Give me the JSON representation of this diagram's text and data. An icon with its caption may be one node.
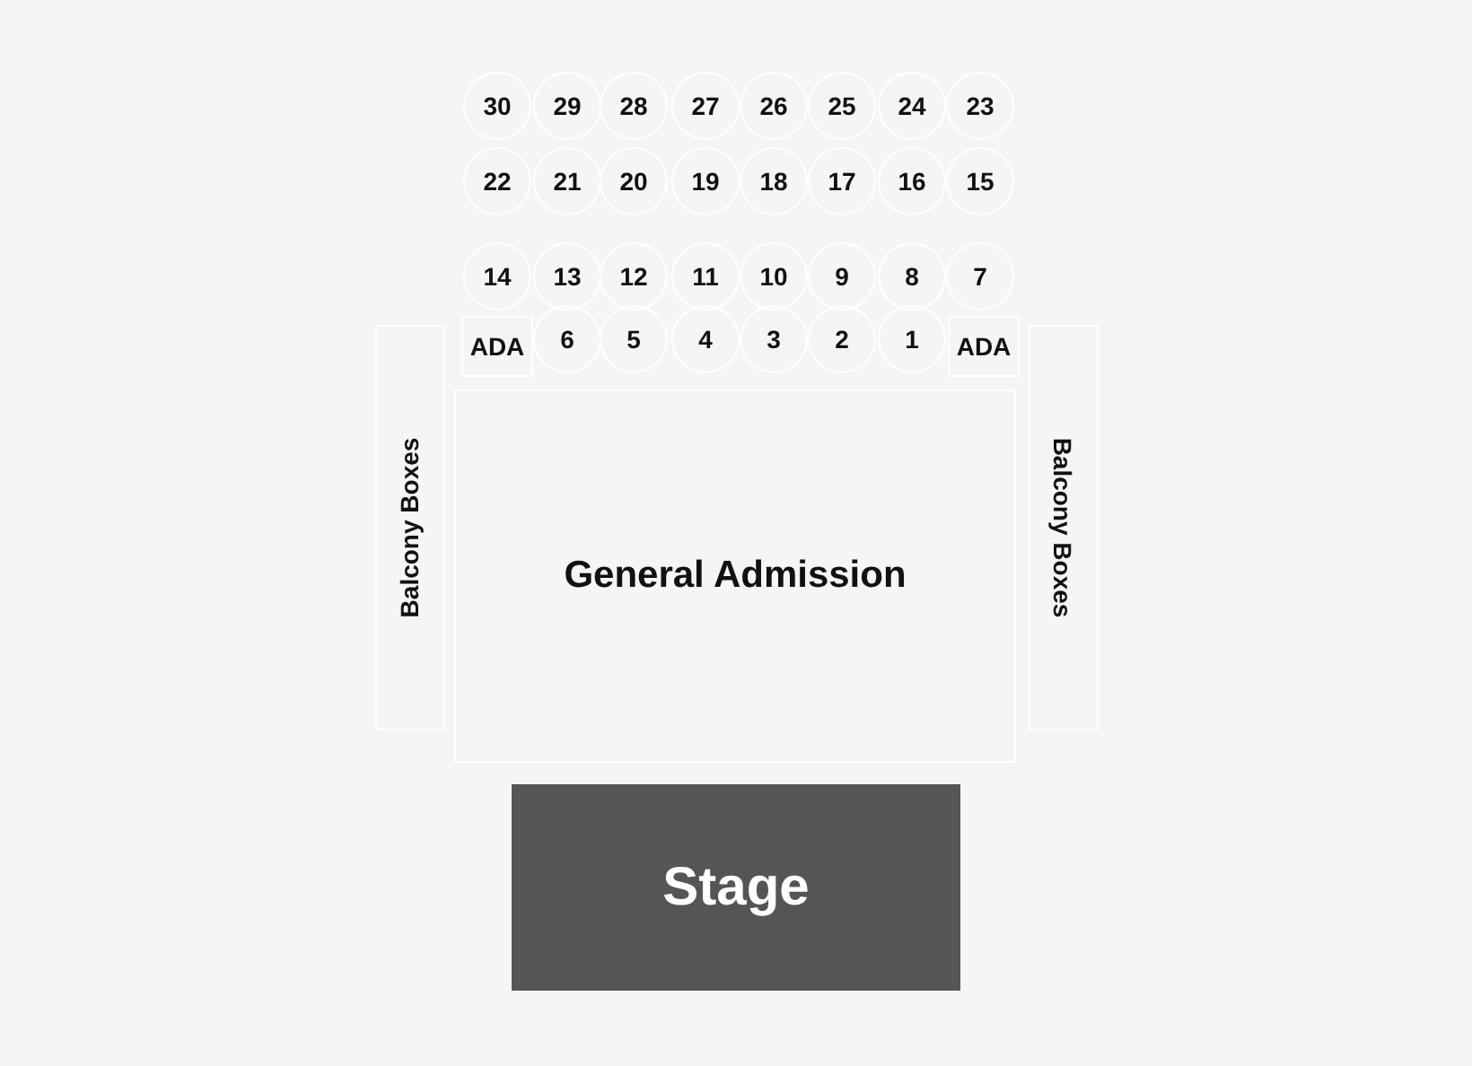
{
  "diagram": {
    "nodes": [
      {
        "text": [
          "30"
        ]
      },
      {
        "text": [
          "29"
        ]
      },
      {
        "text": [
          "28"
        ]
      },
      {
        "text": [
          "27"
        ]
      },
      {
        "text": [
          "26"
        ]
      },
      {
        "text": [
          "25"
        ]
      },
      {
        "text": [
          "24"
        ]
      },
      {
        "text": [
          "23"
        ]
      },
      {
        "text": [
          "22"
        ]
      },
      {
        "text": [
          "21"
        ]
      },
      {
        "text": [
          "20"
        ]
      },
      {
        "text": [
          "19"
        ]
      },
      {
        "text": [
          "18"
        ]
      },
      {
        "text": [
          "17"
        ]
      },
      {
        "text": [
          "16"
        ]
      },
      {
        "text": [
          "15"
        ]
      },
      {
        "text": [
          "14"
        ]
      },
      {
        "text": [
          "13"
        ]
      },
      {
        "text": [
          "12"
        ]
      },
      {
        "text": [
          "11"
        ]
      },
      {
        "text": [
          "10"
        ]
      },
      {
        "text": [
          "9"
        ]
      },
      {
        "text": [
          "8"
        ]
      },
      {
        "text": [
          "7"
        ]
      },
      {
        "text": [
          "ADA"
        ]
      },
      {
        "text": [
          "6"
        ]
      },
      {
        "text": [
          "5"
        ]
      },
      {
        "text": [
          "4"
        ]
      },
      {
        "text": [
          "3"
        ]
      },
      {
        "text": [
          "2"
        ]
      },
      {
        "text": [
          "1"
        ]
      },
      {
        "text": [
          "ADA"
        ]
      },
      {
        "text": [
          "Balcony Boxes"
        ]
      },
      {
        "text": [
          "General Admission"
        ]
      },
      {
        "text": [
          "Balcony Boxes"
        ]
      },
      {
        "text": [
          "Stage"
        ]
      }
    ]
  }
}
